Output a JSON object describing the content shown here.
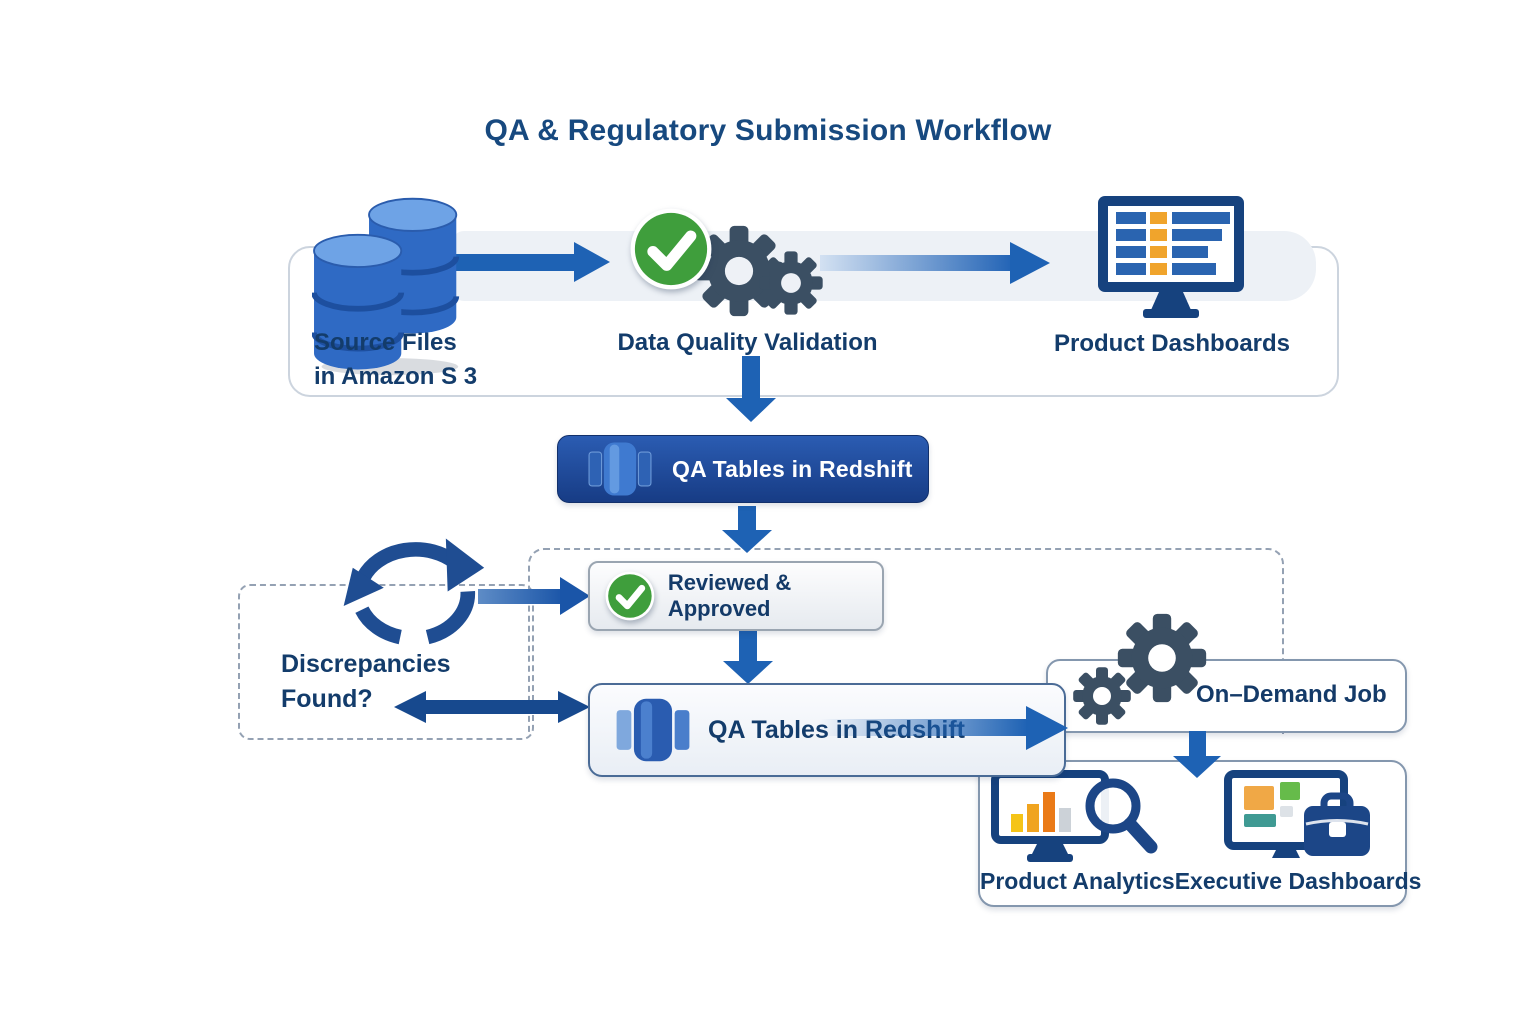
{
  "title": "QA & Regulatory Submission Workflow",
  "nodes": {
    "source": {
      "line1": "Source Files",
      "line2": "in Amazon S 3",
      "icon": "database-stack-icon"
    },
    "validation": {
      "label": "Data Quality Validation",
      "icons": [
        "check-circle-icon",
        "gears-icon"
      ]
    },
    "dashboards": {
      "label": "Product Dashboards",
      "icon": "monitor-table-icon"
    },
    "qa_redshift_top": {
      "label": "QA Tables in Redshift",
      "icon": "redshift-columns-icon"
    },
    "reviewed": {
      "label": "Reviewed & Approved",
      "icon": "check-circle-icon"
    },
    "discrepancies": {
      "line1": "Discrepancies",
      "line2": "Found?",
      "icon": "sync-arrows-icon"
    },
    "qa_redshift_loop": {
      "label": "QA Tables in Redshift",
      "icon": "redshift-columns-icon"
    },
    "on_demand": {
      "label": "On–Demand Job",
      "icon": "gears-icon"
    },
    "product_analytics": {
      "label": "Product Analytics",
      "icon": "monitor-chart-magnifier-icon"
    },
    "executive_dashboards": {
      "label": "Executive Dashboards",
      "icon": "monitor-briefcase-icon"
    }
  },
  "colors": {
    "accent_blue": "#1e62b4",
    "dark_navy_arrow": "#17498e",
    "title_blue": "#17497f",
    "label_navy": "#133c6b",
    "success_green": "#3f9e3c",
    "gear_slate": "#3b4f63",
    "highlight_orange": "#f0a42c",
    "band_gray": "#edf1f6",
    "dark_node_top": "#2b5cb2",
    "dark_node_bottom": "#173c85",
    "database_blue": "#2f6ac4"
  }
}
